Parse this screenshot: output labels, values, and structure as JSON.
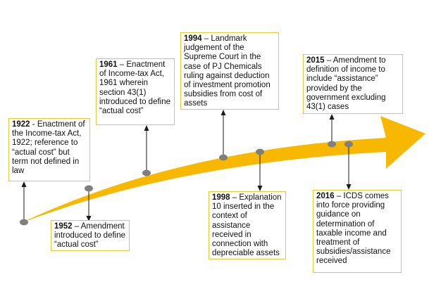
{
  "colors": {
    "arrow": "#f9b800",
    "box_border": "#f0c330",
    "dot": "#7f7f7f",
    "connector": "#1a1a1a",
    "text": "#111111"
  },
  "events": [
    {
      "year": "1922",
      "sep": " - ",
      "text": "Enactment of the Income-tax Act, 1922; reference to “actual cost” but term not defined in law",
      "position": "above"
    },
    {
      "year": "1952",
      "sep": " – ",
      "text": "Amendment introduced to define “actual cost”",
      "position": "below"
    },
    {
      "year": "1961",
      "sep": " – ",
      "text": "Enactment of Income-tax Act, 1961 wherein section 43(1) introduced to define “actual cost”",
      "position": "above"
    },
    {
      "year": "1994",
      "sep": " – ",
      "text": "Landmark judgement of the Supreme Court in the case of PJ Chemicals ruling against deduction of investment promotion subsidies from cost of assets",
      "position": "above"
    },
    {
      "year": "1998",
      "sep": " – ",
      "text": "Explanation 10 inserted in the context of assistance received in connection with depreciable assets",
      "position": "below"
    },
    {
      "year": "2015",
      "sep": " – ",
      "text": "Amendment to definition of income to include “assistance” provided by the government excluding 43(1) cases",
      "position": "above"
    },
    {
      "year": "2016",
      "sep": " – ",
      "text": "ICDS comes into force providing guidance on determination of taxable income and treatment of subsidies/assistance received",
      "position": "below"
    }
  ]
}
